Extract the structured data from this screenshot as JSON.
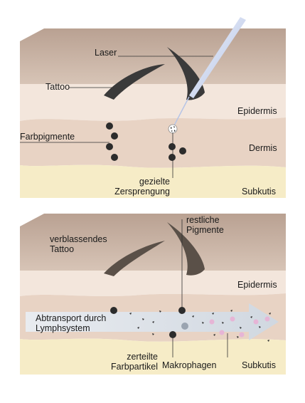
{
  "panel_top": {
    "labels": {
      "laser": "Laser",
      "tattoo": "Tattoo",
      "farbpigmente": "Farbpigmente",
      "epidermis": "Epidermis",
      "dermis": "Dermis",
      "subkutis": "Subkutis",
      "gezielte_line1": "gezielte",
      "gezielte_line2": "Zersprengung"
    }
  },
  "panel_bottom": {
    "labels": {
      "verblassendes_line1": "verblassendes",
      "verblassendes_line2": "Tattoo",
      "restliche_line1": "restliche",
      "restliche_line2": "Pigmente",
      "epidermis": "Epidermis",
      "abtransport_line1": "Abtransport durch",
      "abtransport_line2": "Lymphsystem",
      "zerteilte_line1": "zerteilte",
      "zerteilte_line2": "Farbpartikel",
      "makrophagen": "Makrophagen",
      "subkutis": "Subkutis"
    }
  },
  "colors": {
    "skin_top": "#c9b2a3",
    "epidermis": "#f3e6dc",
    "dermis": "#e8d3c4",
    "subkutis": "#f6ecc7",
    "tattoo": "#3a3a3a",
    "tattoo_faded": "#5a5048",
    "pigment": "#2c2c2c",
    "laser_beam": "#c9d4ee",
    "arrow": "#dde3ea",
    "macrophage": "#e6b5d6"
  }
}
